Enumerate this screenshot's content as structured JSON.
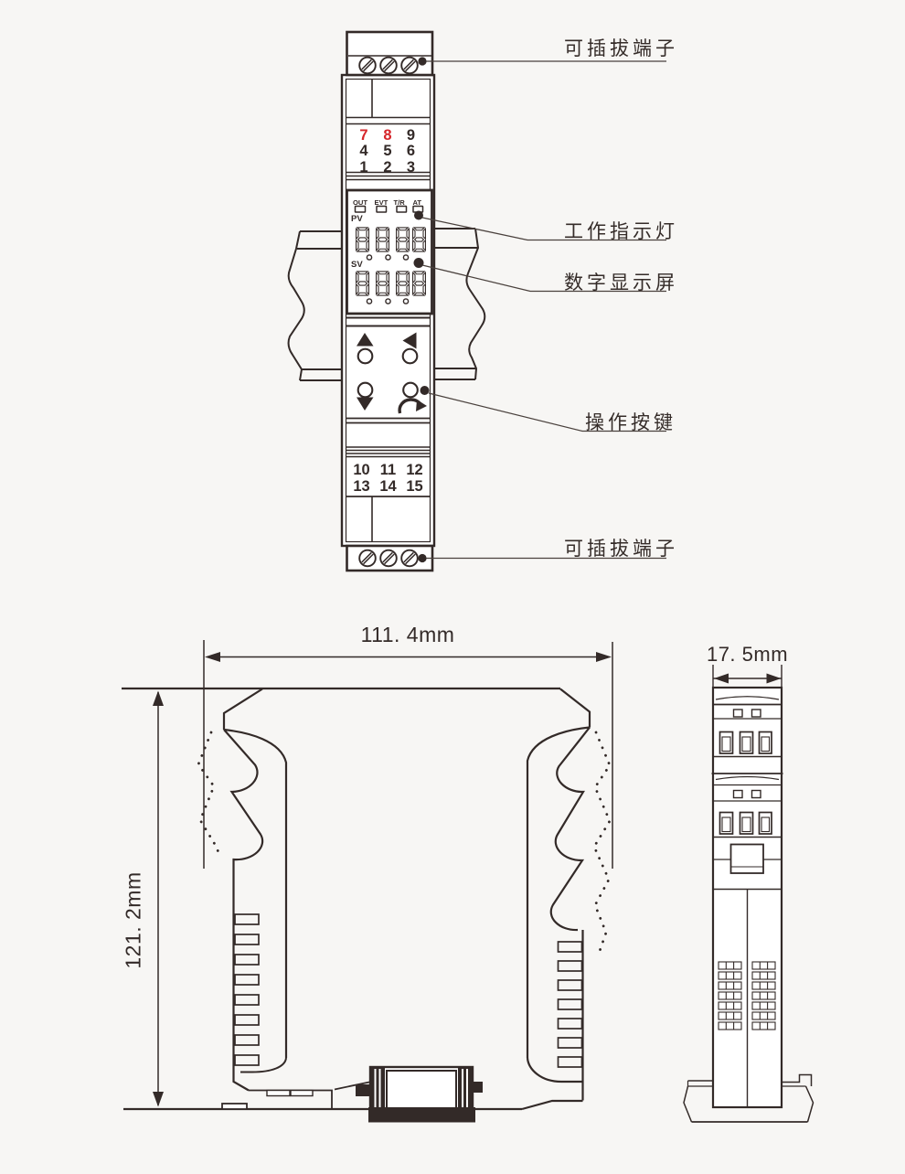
{
  "figure": {
    "type": "technical-diagram",
    "subject": "DIN-rail signal isolator module: front panel callouts and dimension drawings"
  },
  "callouts": {
    "top_terminal": "可插拔端子",
    "indicator_light": "工作指示灯",
    "digital_display": "数字显示屏",
    "operation_buttons": "操作按键",
    "bottom_terminal": "可插拔端子"
  },
  "panel": {
    "led_labels": [
      "OUT",
      "EVT",
      "T/R",
      "AT"
    ],
    "pv_label": "PV",
    "sv_label": "SV",
    "display_pattern": "8888"
  },
  "terminals": {
    "top": [
      [
        "7",
        "8",
        "9"
      ],
      [
        "4",
        "5",
        "6"
      ],
      [
        "1",
        "2",
        "3"
      ]
    ],
    "bottom": [
      [
        "10",
        "11",
        "12"
      ],
      [
        "13",
        "14",
        "15"
      ]
    ]
  },
  "dimensions": {
    "width": "111. 4mm",
    "height": "121. 2mm",
    "depth": "17. 5mm"
  },
  "colors": {
    "background": "#f7f6f4",
    "line": "#332a28",
    "red": "#d6252a"
  }
}
